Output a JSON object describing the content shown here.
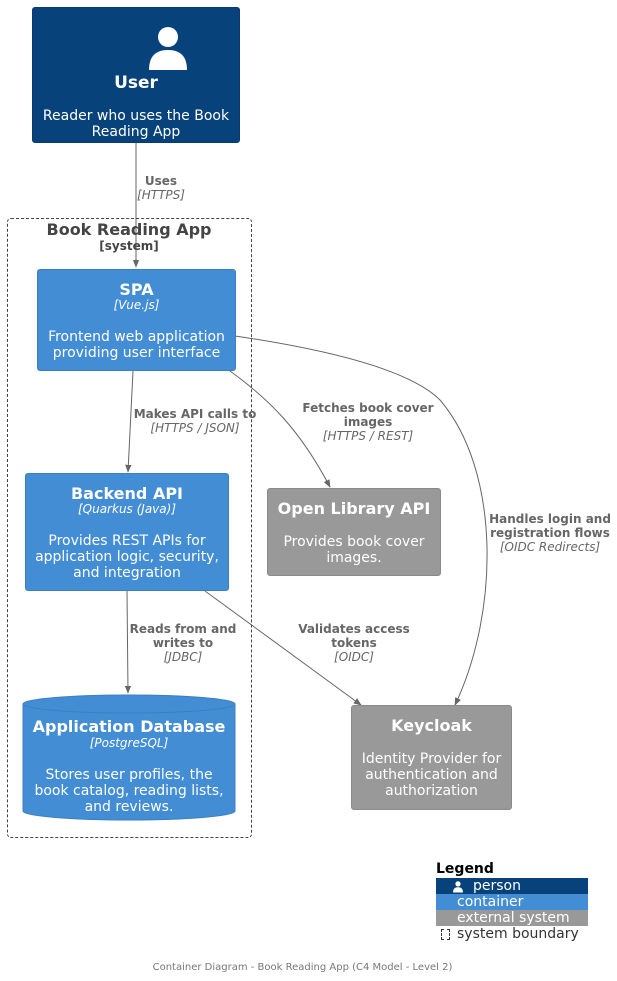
{
  "user": {
    "title": "User",
    "description": "Reader who uses the Book Reading App"
  },
  "boundary": {
    "title": "Book Reading App",
    "tag": "[system]"
  },
  "spa": {
    "title": "SPA",
    "tech": "[Vue.js]",
    "description": "Frontend web application providing user interface"
  },
  "backend": {
    "title": "Backend API",
    "tech": "[Quarkus (Java)]",
    "description": "Provides REST APIs for application logic, security, and integration"
  },
  "database": {
    "title": "Application Database",
    "tech": "[PostgreSQL]",
    "description": "Stores user profiles, the book catalog, reading lists, and reviews."
  },
  "openlibrary": {
    "title": "Open Library API",
    "description": "Provides book cover images."
  },
  "keycloak": {
    "title": "Keycloak",
    "description": "Identity Provider for authentication and authorization"
  },
  "relations": {
    "uses": {
      "label": "Uses",
      "tech": "[HTTPS]"
    },
    "api_calls": {
      "label": "Makes API calls to",
      "tech": "[HTTPS / JSON]"
    },
    "covers": {
      "label": "Fetches book cover images",
      "tech": "[HTTPS / REST]"
    },
    "login": {
      "label": "Handles login and registration flows",
      "tech": "[OIDC Redirects]"
    },
    "readwrite": {
      "label": "Reads from and writes to",
      "tech": "[JDBC]"
    },
    "validate": {
      "label": "Validates access tokens",
      "tech": "[OIDC]"
    }
  },
  "legend": {
    "title": "Legend",
    "items": [
      {
        "label": "person",
        "color": "#08427b"
      },
      {
        "label": "container",
        "color": "#438dd5"
      },
      {
        "label": "external system",
        "color": "#999999"
      },
      {
        "label": "system boundary",
        "color": "#ffffff"
      }
    ]
  },
  "caption": "Container Diagram - Book Reading App (C4 Model - Level 2)",
  "icons": {
    "person": "person-icon",
    "boundary": "dashed-box-icon"
  }
}
